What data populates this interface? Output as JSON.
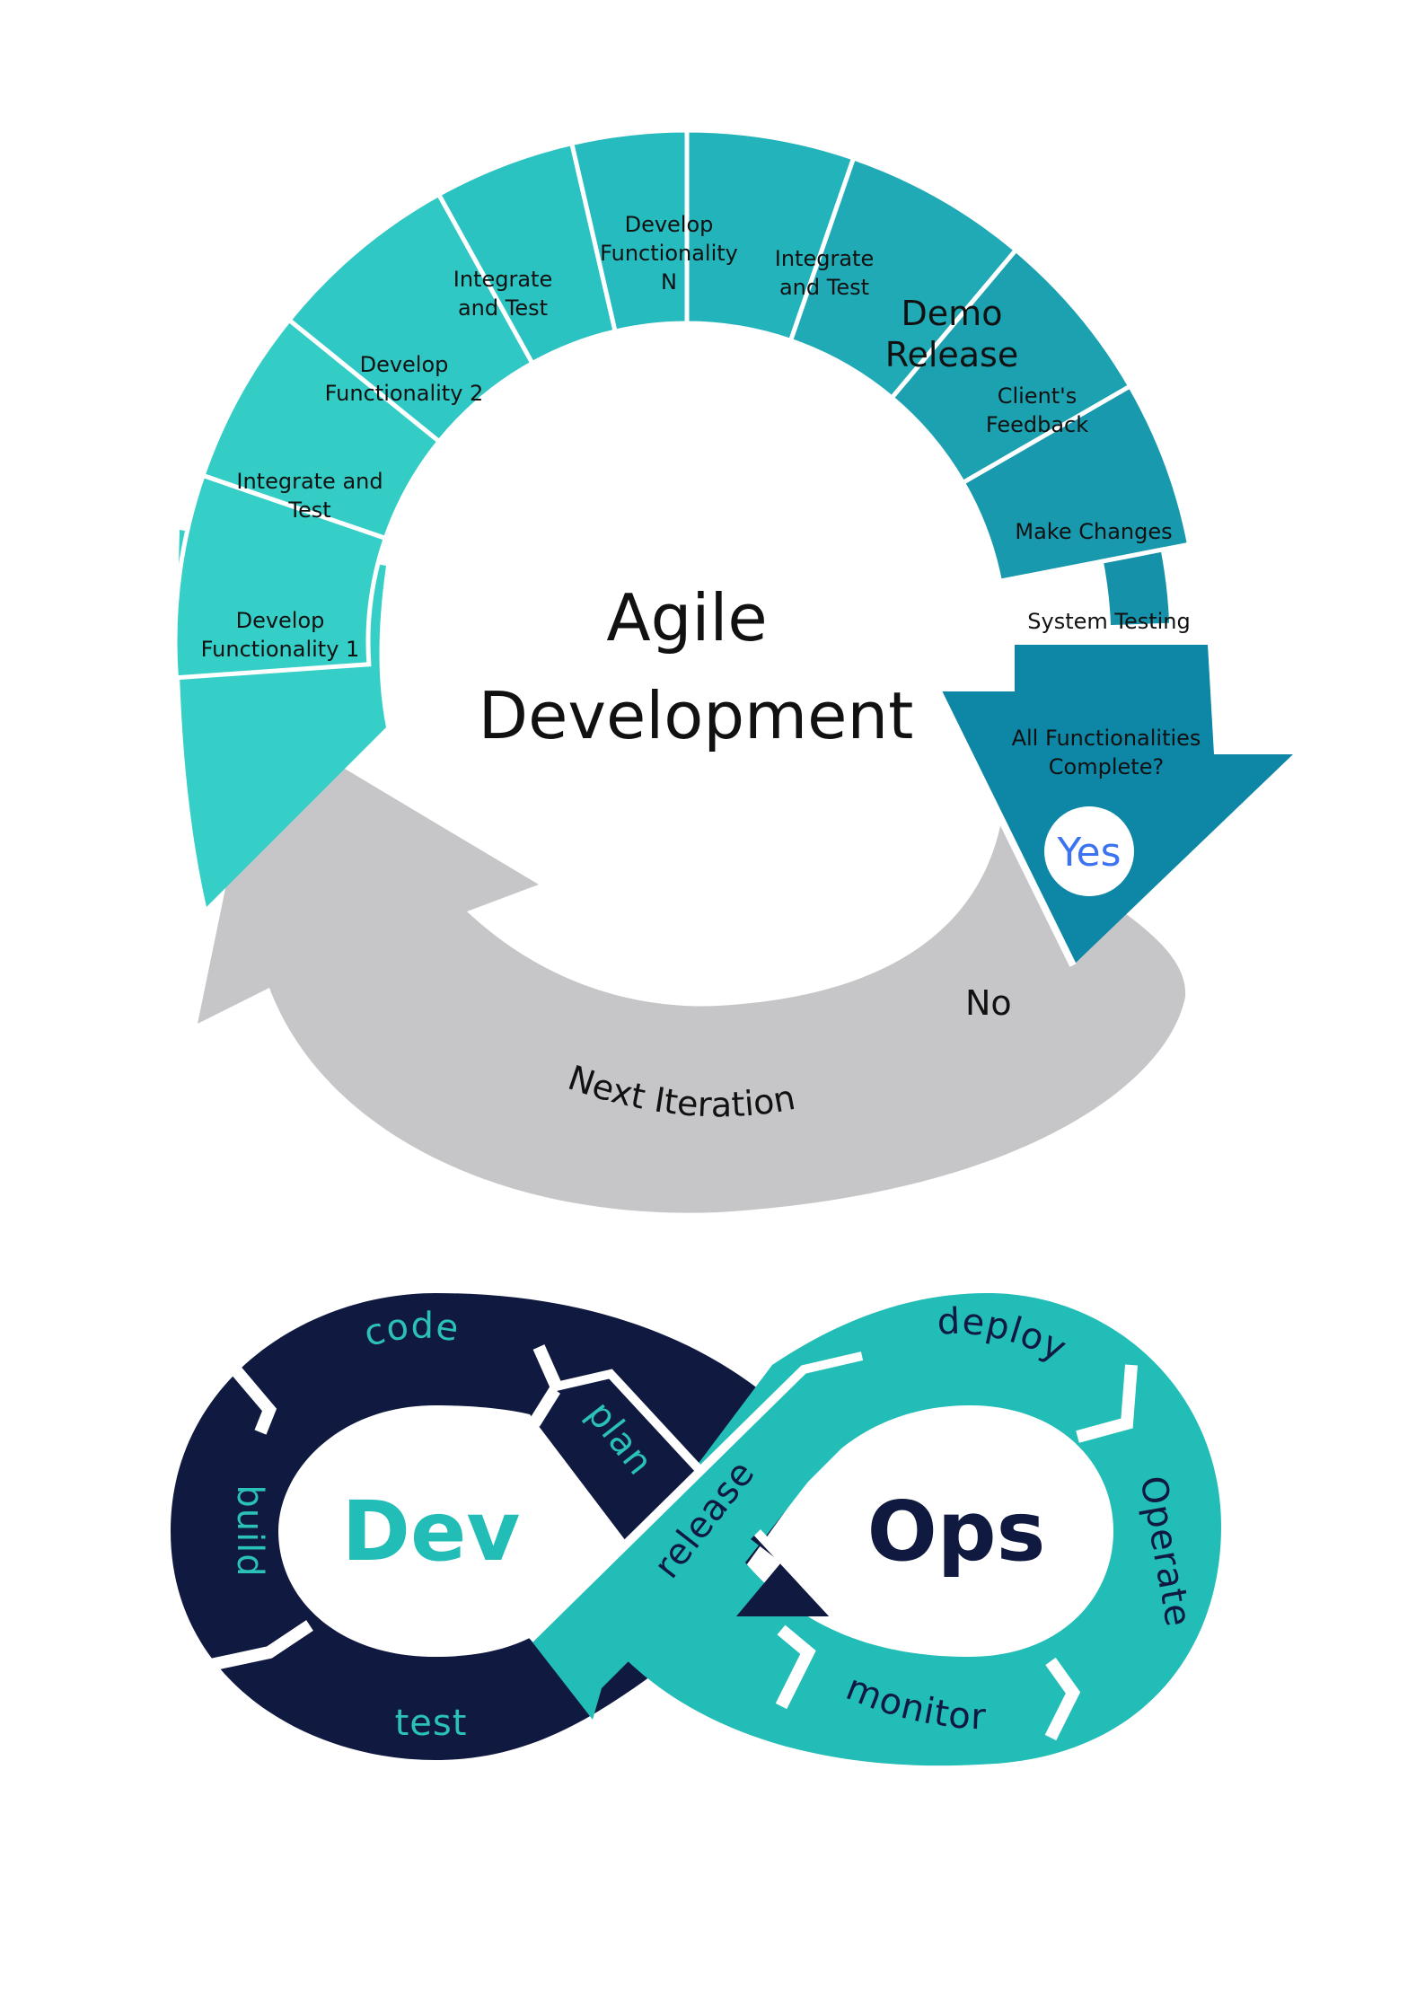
{
  "agile": {
    "title_line1": "Agile",
    "title_line2": "Development",
    "segments": [
      {
        "lines": [
          "Develop",
          "Functionality 1"
        ],
        "color": "#35cfc7"
      },
      {
        "lines": [
          "Integrate and",
          "Test"
        ],
        "color": "#33cdc6"
      },
      {
        "lines": [
          "Develop",
          "Functionality 2"
        ],
        "color": "#2fc8c4"
      },
      {
        "lines": [
          "Integrate",
          "and Test"
        ],
        "color": "#2bc2c2"
      },
      {
        "lines": [
          "Develop",
          "Functionality",
          "N"
        ],
        "color": "#26bbbf"
      },
      {
        "lines": [
          "Integrate",
          "and Test"
        ],
        "color": "#22b3bb"
      },
      {
        "lines": [
          "Demo",
          "Release"
        ],
        "color": "#1faab6"
      },
      {
        "lines": [
          "Client's",
          "Feedback"
        ],
        "color": "#1ca1b1"
      },
      {
        "lines": [
          "Make Changes"
        ],
        "color": "#1899ad"
      },
      {
        "lines": [
          "System Testing"
        ],
        "color": "#1591a9"
      }
    ],
    "decision": {
      "lines": [
        "All Functionalities",
        "Complete?"
      ],
      "color": "#0e86a6"
    },
    "yes_label": "Yes",
    "no_label": "No",
    "next_iteration_label": "Next Iteration",
    "arrow_color": "#c6c5c8",
    "yes_color": "#3b73f0"
  },
  "devops": {
    "dev_label": "Dev",
    "ops_label": "Ops",
    "dev_color": "#10193f",
    "ops_color": "#22bdb6",
    "stages": {
      "plan": "plan",
      "code": "code",
      "build": "build",
      "test": "test",
      "release": "release",
      "deploy": "deploy",
      "operate": "Operate",
      "monitor": "monitor"
    }
  }
}
